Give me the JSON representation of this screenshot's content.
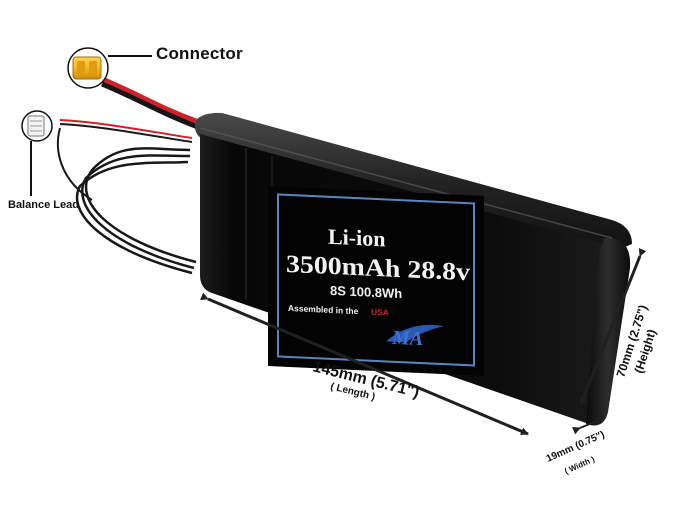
{
  "callouts": {
    "connector": "Connector",
    "balance_lead": "Balance Lead"
  },
  "label": {
    "chemistry": "Li-ion",
    "capacity_voltage": "3500mAh 28.8v",
    "config_energy": "8S 100.8Wh",
    "origin_prefix": "Assembled in the",
    "origin_country": "USA",
    "brand_mark": "MA"
  },
  "dimensions": {
    "length": "145mm (5.71\")",
    "length_caption": "( Length )",
    "height": "70mm (2.75\")",
    "height_caption": "(Height)",
    "width": "19mm (0.75\")",
    "width_caption": "( Width )"
  },
  "colors": {
    "battery_body": "#0e0e0e",
    "label_border": "#5a86c0",
    "label_text": "#f2f2f2",
    "brand_blue": "#2f63c4",
    "usa_red": "#c4262e",
    "wire_red": "#d0202a",
    "wire_black": "#161616",
    "connector_yellow": "#f2b21f",
    "arrow_dark": "#202020"
  }
}
